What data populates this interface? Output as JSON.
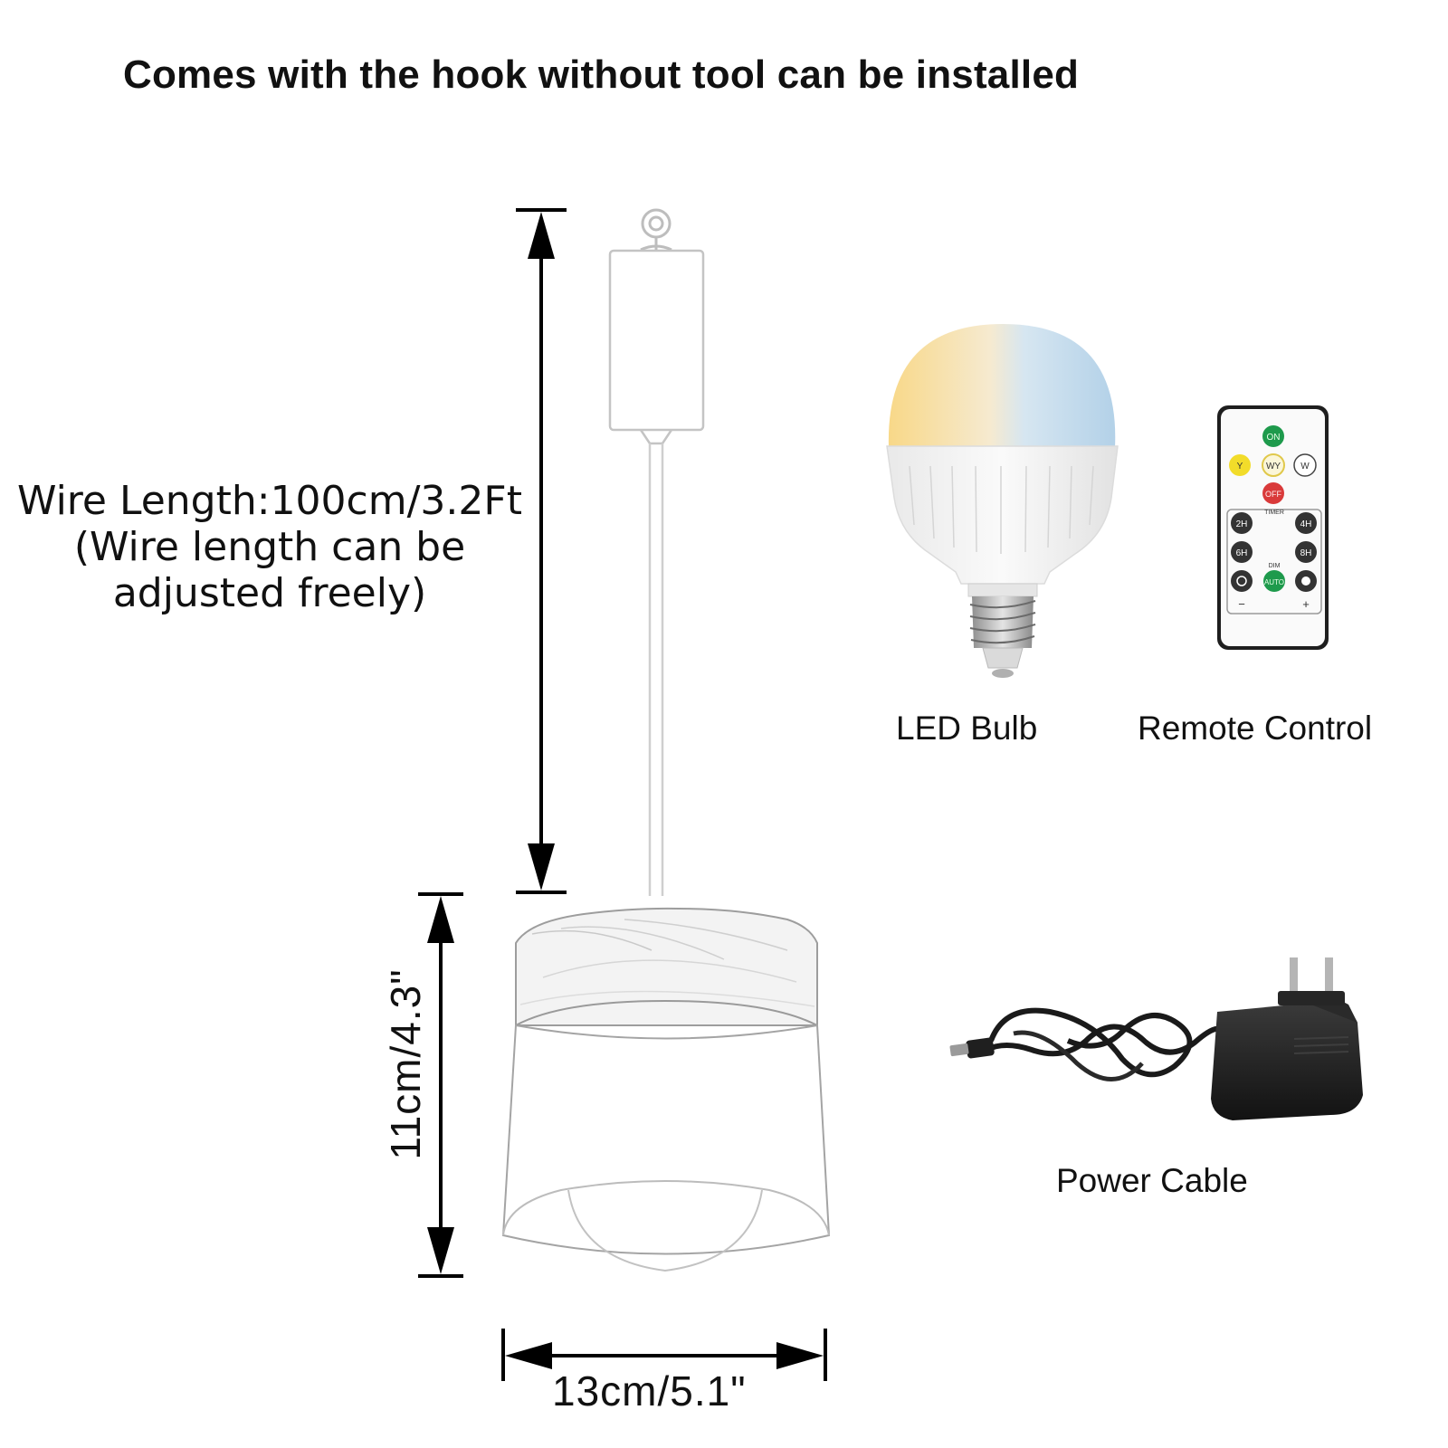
{
  "headline": "Comes with the hook without tool can be installed",
  "wire": {
    "length": "Wire Length:100cm/3.2Ft",
    "note_line1": "(Wire length can be",
    "note_line2": "adjusted freely)"
  },
  "dimensions": {
    "height": "11cm/4.3\"",
    "width": "13cm/5.1\""
  },
  "accessories": {
    "bulb_label": "LED Bulb",
    "remote_label": "Remote Control",
    "cable_label": "Power Cable"
  },
  "remote_buttons": {
    "on": "ON",
    "yellow": "Y",
    "warm_yellow": "WY",
    "white": "W",
    "off": "OFF",
    "timer": "TIMER",
    "t2": "2H",
    "t4": "4H",
    "t6": "6H",
    "t8": "8H",
    "dim": "DIM",
    "auto": "AUTO",
    "minus": "−",
    "plus": "+"
  },
  "colors": {
    "on_button": "#1e9a4c",
    "yellow_button": "#f2dc2a",
    "off_button": "#d93a3a",
    "bulb_warm": "#f7dc8a",
    "bulb_cool": "#bcd6ea"
  }
}
